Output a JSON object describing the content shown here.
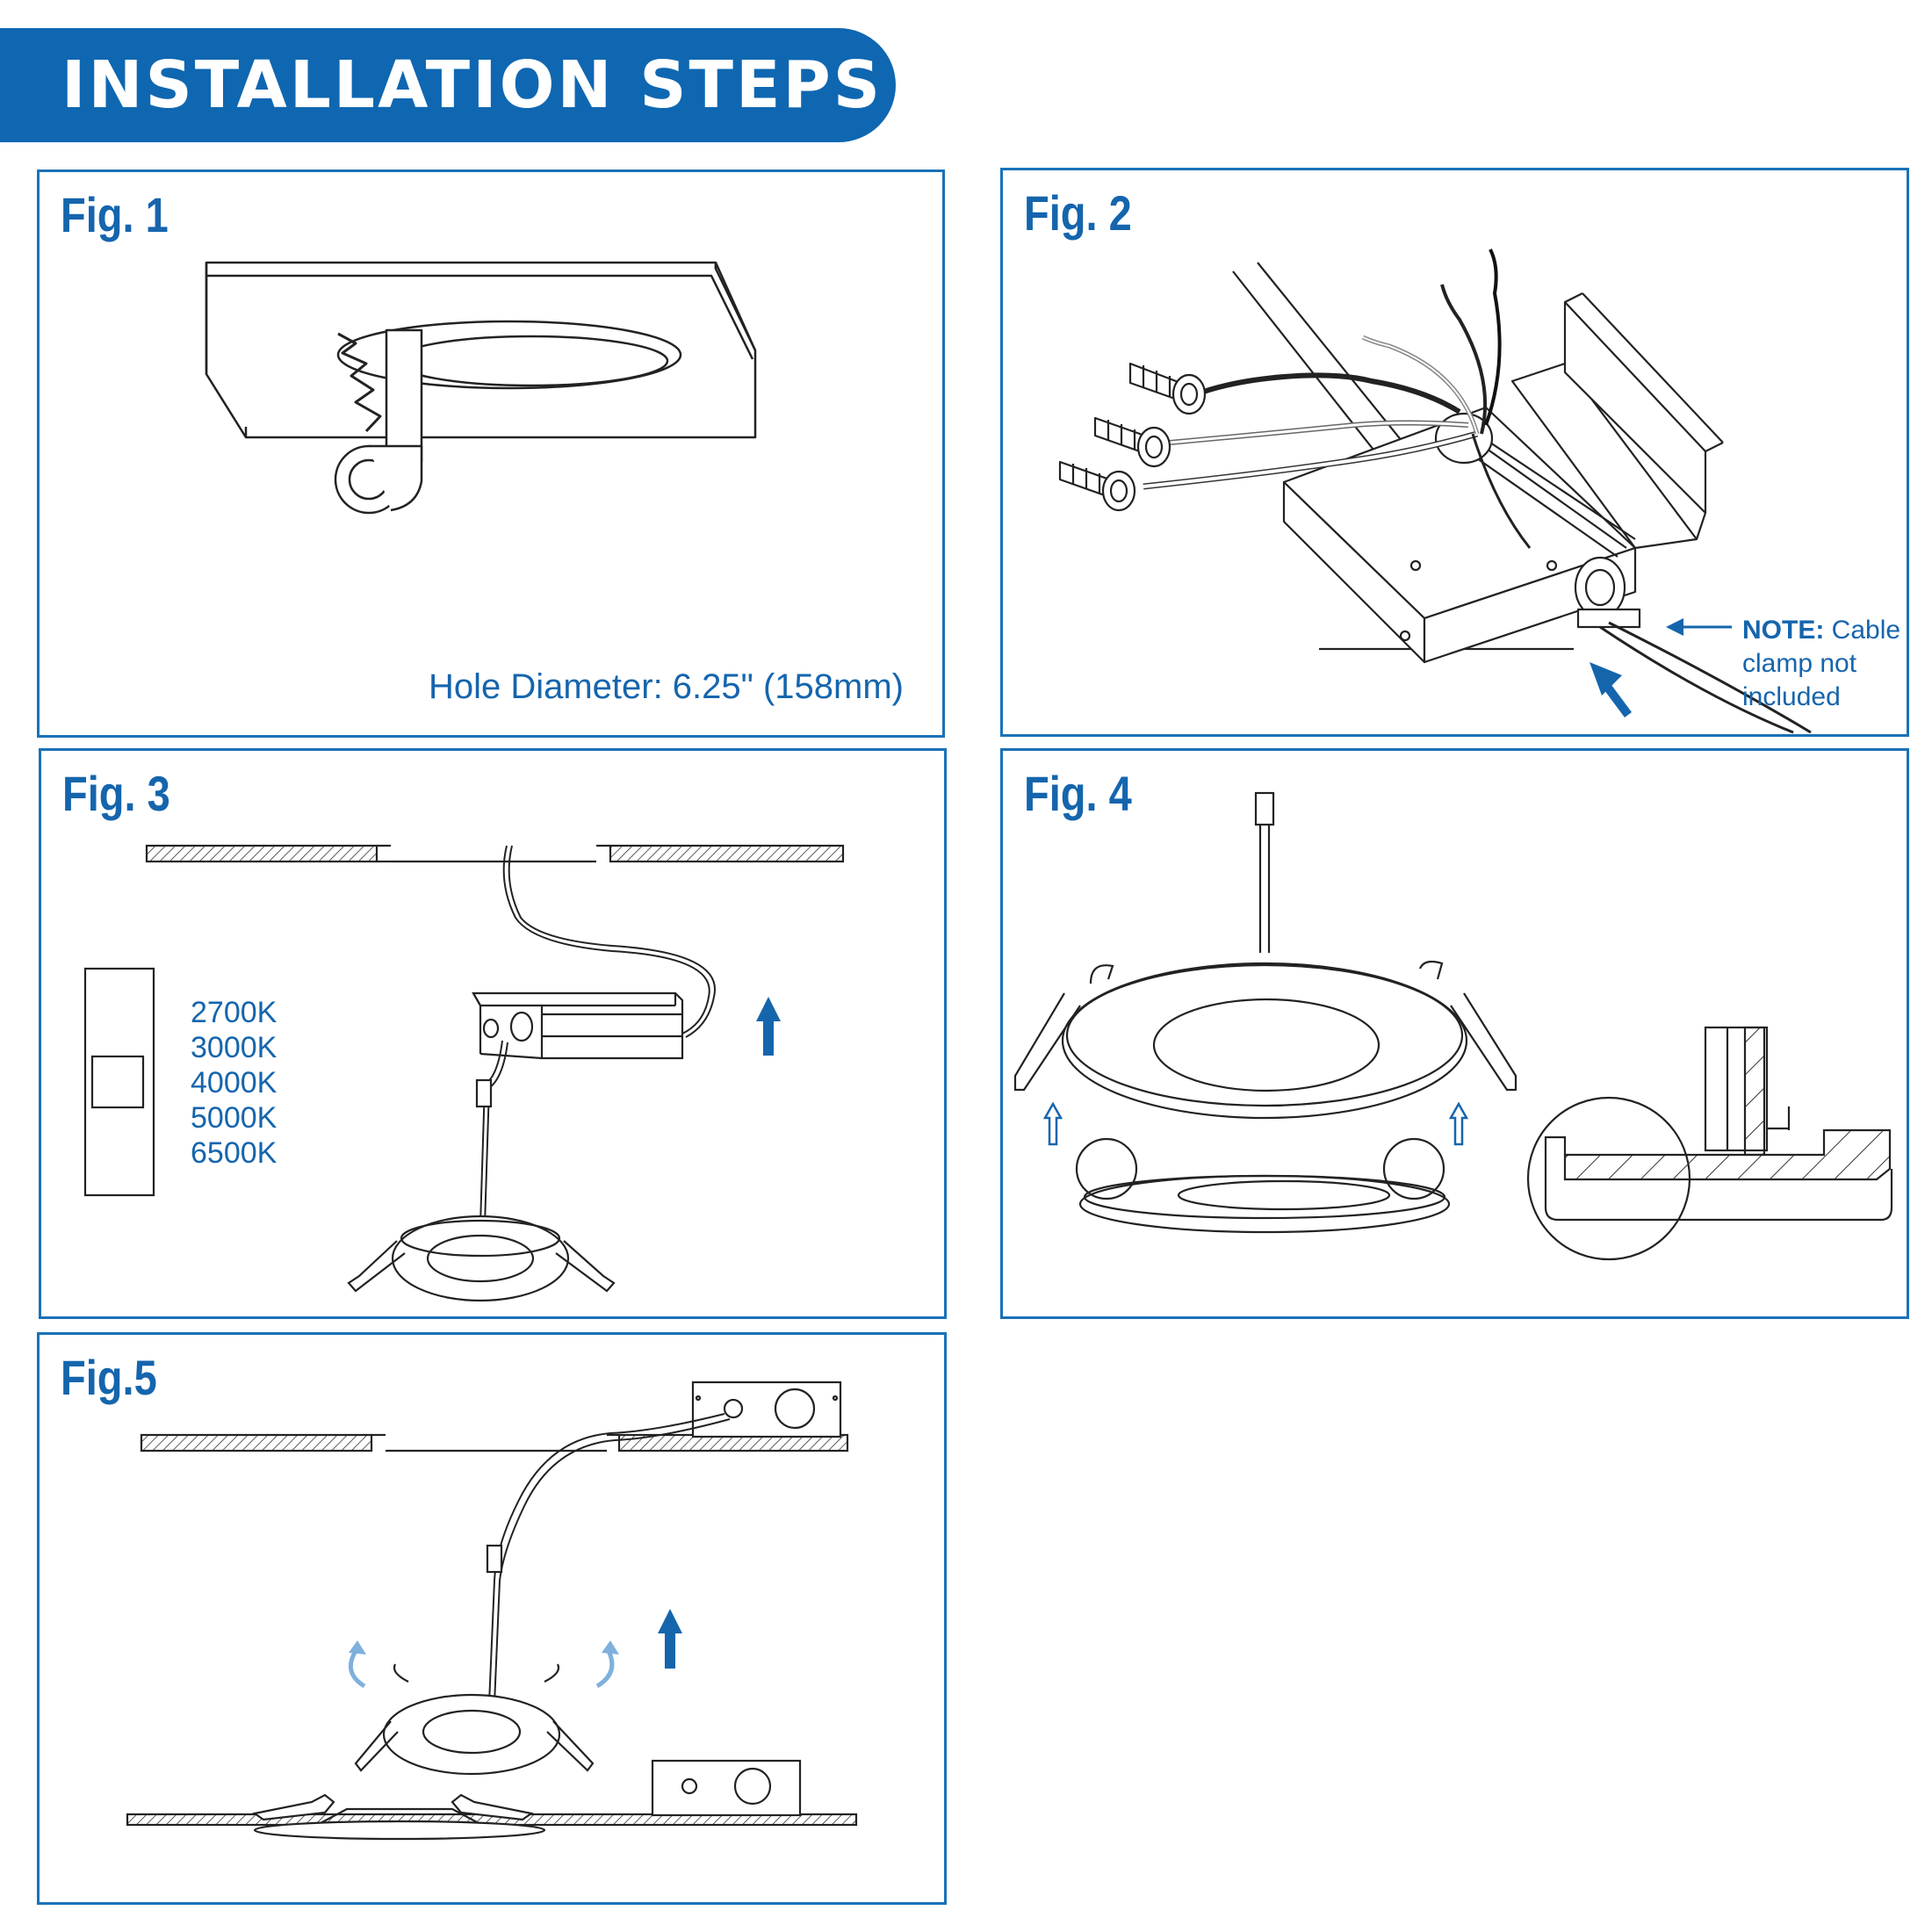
{
  "header": {
    "title": "INSTALLATION STEPS"
  },
  "fig1": {
    "label": "Fig. 1",
    "caption": "Hole Diameter: 6.25\" (158mm)"
  },
  "fig2": {
    "label": "Fig. 2",
    "note_bold": "NOTE:",
    "note_text": " Cable clamp not included"
  },
  "fig3": {
    "label": "Fig. 3",
    "cct": [
      "2700K",
      "3000K",
      "4000K",
      "5000K",
      "6500K"
    ]
  },
  "fig4": {
    "label": "Fig. 4"
  },
  "fig5": {
    "label": "Fig.5"
  },
  "colors": {
    "accent": "#0f67b1",
    "text": "#1565ad",
    "line": "#222222"
  }
}
